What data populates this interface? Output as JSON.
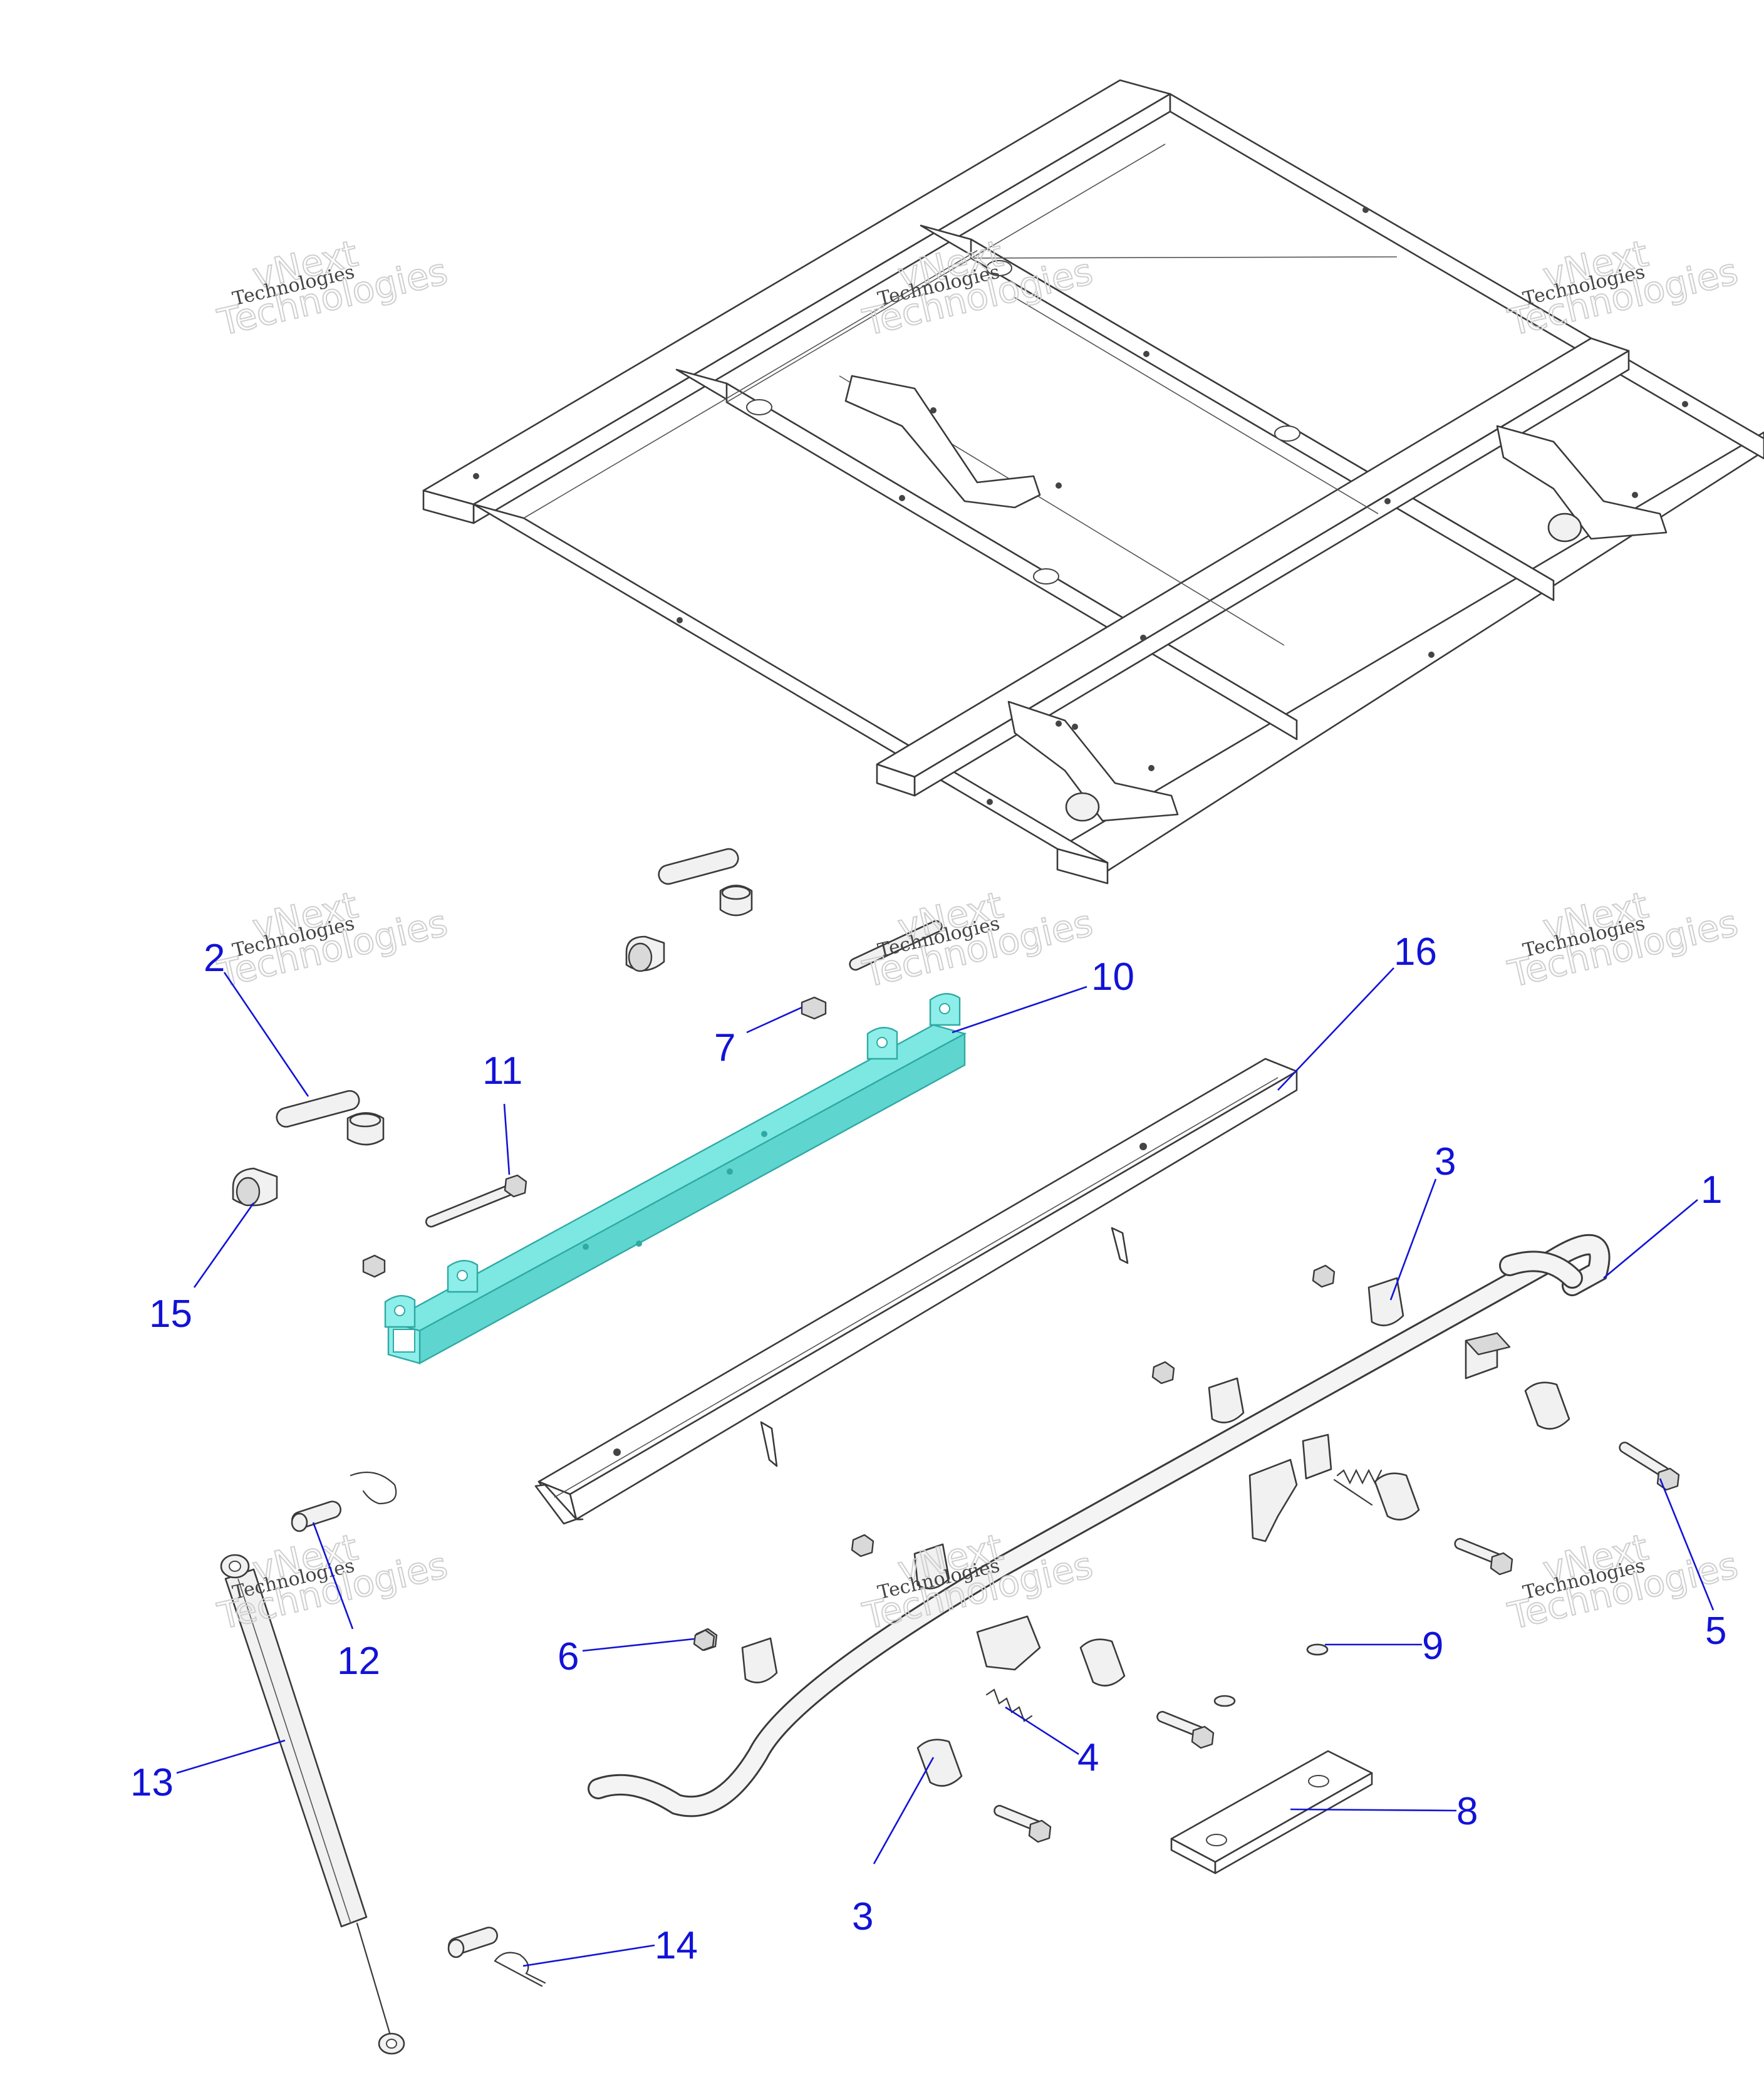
{
  "colors": {
    "highlight_fill": "#7de8e2",
    "highlight_stroke": "#2fa9a4",
    "callout": "#1212d8",
    "line": "#3a3a3a"
  },
  "watermark": {
    "line1": "vNext",
    "line2": "Technologies",
    "line3": "Technologies"
  },
  "callouts": [
    {
      "id": "c1",
      "label": "1"
    },
    {
      "id": "c2",
      "label": "2"
    },
    {
      "id": "c3a",
      "label": "3"
    },
    {
      "id": "c3b",
      "label": "3"
    },
    {
      "id": "c4",
      "label": "4"
    },
    {
      "id": "c5",
      "label": "5"
    },
    {
      "id": "c6",
      "label": "6"
    },
    {
      "id": "c7",
      "label": "7"
    },
    {
      "id": "c8",
      "label": "8"
    },
    {
      "id": "c9",
      "label": "9"
    },
    {
      "id": "c10",
      "label": "10"
    },
    {
      "id": "c11",
      "label": "11"
    },
    {
      "id": "c12",
      "label": "12"
    },
    {
      "id": "c13",
      "label": "13"
    },
    {
      "id": "c14",
      "label": "14"
    },
    {
      "id": "c15",
      "label": "15"
    },
    {
      "id": "c16",
      "label": "16"
    }
  ]
}
